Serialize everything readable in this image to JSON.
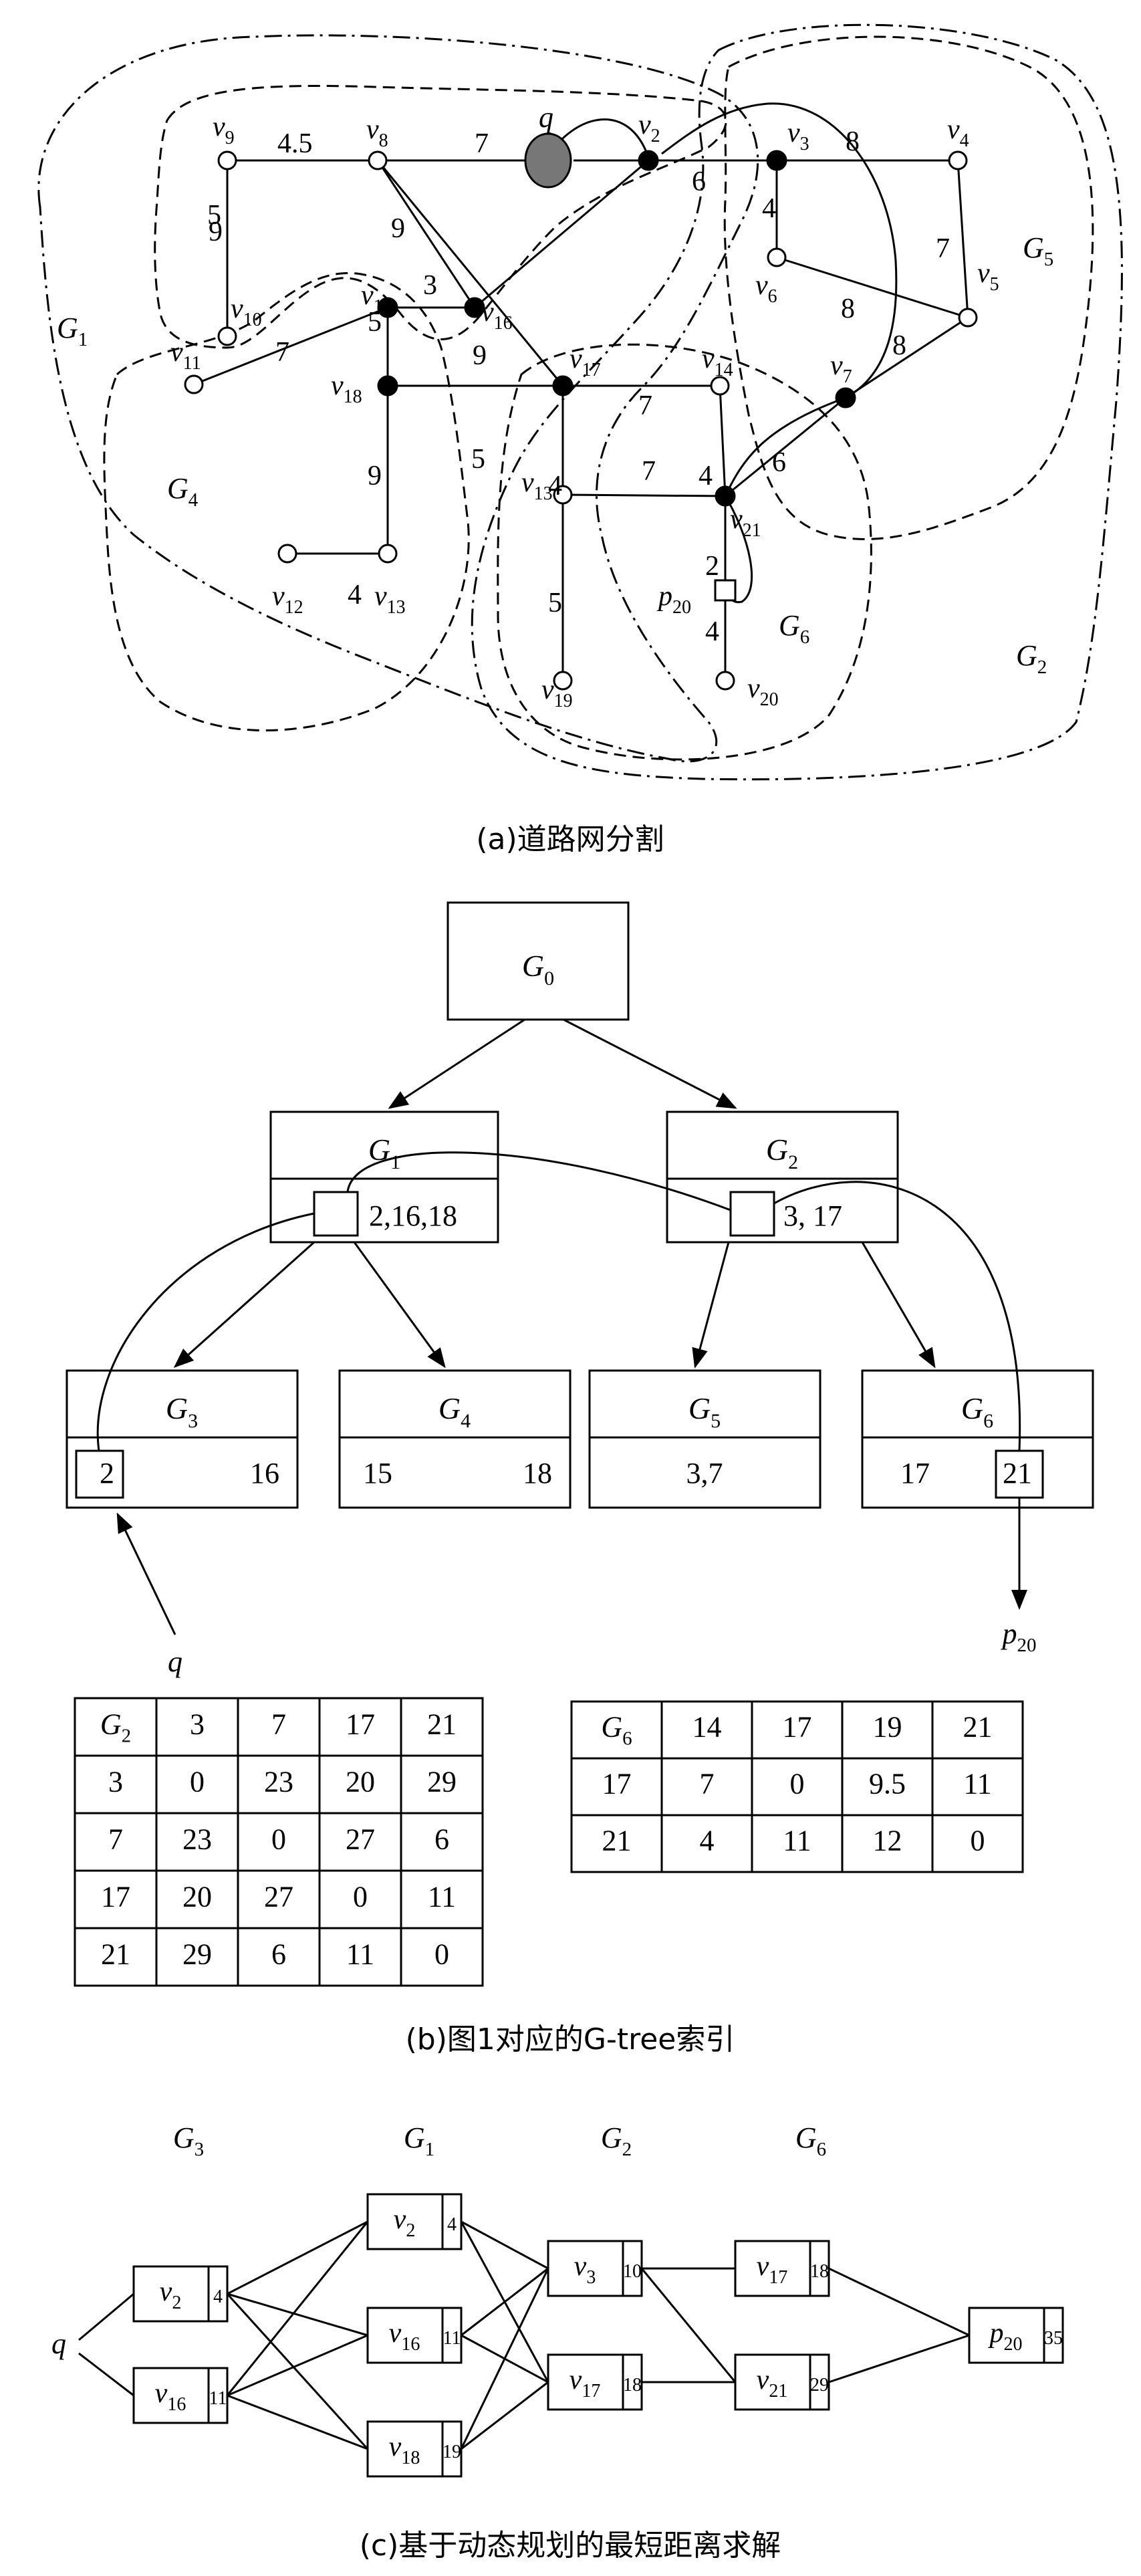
{
  "part_a": {
    "caption": "(a)道路网分割",
    "region_labels": [
      {
        "base": "G",
        "sub": "1"
      },
      {
        "base": "G",
        "sub": "2"
      },
      {
        "base": "G",
        "sub": "4"
      },
      {
        "base": "G",
        "sub": "5"
      },
      {
        "base": "G",
        "sub": "6"
      }
    ],
    "vertex_labels": [
      {
        "base": "v",
        "sub": "2"
      },
      {
        "base": "v",
        "sub": "3"
      },
      {
        "base": "v",
        "sub": "4"
      },
      {
        "base": "v",
        "sub": "5"
      },
      {
        "base": "v",
        "sub": "6"
      },
      {
        "base": "v",
        "sub": "7"
      },
      {
        "base": "v",
        "sub": "8"
      },
      {
        "base": "v",
        "sub": "9"
      },
      {
        "base": "v",
        "sub": "10"
      },
      {
        "base": "v",
        "sub": "11"
      },
      {
        "base": "v",
        "sub": "12"
      },
      {
        "base": "v",
        "sub": "13"
      },
      {
        "base": "v",
        "sub": "13"
      },
      {
        "base": "v",
        "sub": "14"
      },
      {
        "base": "v",
        "sub": "15"
      },
      {
        "base": "v",
        "sub": "16"
      },
      {
        "base": "v",
        "sub": "17"
      },
      {
        "base": "v",
        "sub": "18"
      },
      {
        "base": "v",
        "sub": "19"
      },
      {
        "base": "v",
        "sub": "20"
      },
      {
        "base": "v",
        "sub": "21"
      }
    ],
    "query_label": "q",
    "poi_label": {
      "base": "p",
      "sub": "20"
    },
    "edge_weights": [
      "4.5",
      "7",
      "9",
      "5",
      "9",
      "3",
      "7",
      "9",
      "5",
      "9",
      "4",
      "6",
      "4",
      "8",
      "7",
      "8",
      "8",
      "6",
      "7",
      "4",
      "7",
      "4",
      "5",
      "5",
      "2",
      "4"
    ]
  },
  "part_b": {
    "caption": "(b)图1对应的G-tree索引",
    "root": {
      "base": "G",
      "sub": "0"
    },
    "level1": [
      {
        "base": "G",
        "sub": "1",
        "borders": "2,16,18"
      },
      {
        "base": "G",
        "sub": "2",
        "borders": "3, 17"
      }
    ],
    "leaves": [
      {
        "base": "G",
        "sub": "3",
        "left": "2",
        "right": "16"
      },
      {
        "base": "G",
        "sub": "4",
        "left": "15",
        "right": "18"
      },
      {
        "base": "G",
        "sub": "5",
        "center": "3,7"
      },
      {
        "base": "G",
        "sub": "6",
        "left": "17",
        "right": "21"
      }
    ],
    "query_label": "q",
    "poi_label": {
      "base": "p",
      "sub": "20"
    },
    "matrix_g2": {
      "corner": {
        "base": "G",
        "sub": "2"
      },
      "cols": [
        "3",
        "7",
        "17",
        "21"
      ],
      "rows": [
        {
          "h": "3",
          "v": [
            "0",
            "23",
            "20",
            "29"
          ]
        },
        {
          "h": "7",
          "v": [
            "23",
            "0",
            "27",
            "6"
          ]
        },
        {
          "h": "17",
          "v": [
            "20",
            "27",
            "0",
            "11"
          ]
        },
        {
          "h": "21",
          "v": [
            "29",
            "6",
            "11",
            "0"
          ]
        }
      ]
    },
    "matrix_g6": {
      "corner": {
        "base": "G",
        "sub": "6"
      },
      "cols": [
        "14",
        "17",
        "19",
        "21"
      ],
      "rows": [
        {
          "h": "17",
          "v": [
            "7",
            "0",
            "9.5",
            "11"
          ]
        },
        {
          "h": "21",
          "v": [
            "4",
            "11",
            "12",
            "0"
          ]
        }
      ]
    }
  },
  "part_c": {
    "caption": "(c)基于动态规划的最短距离求解",
    "columns": [
      {
        "base": "G",
        "sub": "3"
      },
      {
        "base": "G",
        "sub": "1"
      },
      {
        "base": "G",
        "sub": "2"
      },
      {
        "base": "G",
        "sub": "6"
      }
    ],
    "query_label": "q",
    "nodes": [
      {
        "base": "v",
        "sub": "2",
        "dist": "4"
      },
      {
        "base": "v",
        "sub": "16",
        "dist": "11"
      },
      {
        "base": "v",
        "sub": "2",
        "dist": "4"
      },
      {
        "base": "v",
        "sub": "16",
        "dist": "11"
      },
      {
        "base": "v",
        "sub": "18",
        "dist": "19"
      },
      {
        "base": "v",
        "sub": "3",
        "dist": "10"
      },
      {
        "base": "v",
        "sub": "17",
        "dist": "18"
      },
      {
        "base": "v",
        "sub": "17",
        "dist": "18"
      },
      {
        "base": "v",
        "sub": "21",
        "dist": "29"
      },
      {
        "base": "p",
        "sub": "20",
        "dist": "35"
      }
    ]
  },
  "colors": {
    "ink": "#000000",
    "query_fill": "#777777",
    "background": "#ffffff"
  }
}
